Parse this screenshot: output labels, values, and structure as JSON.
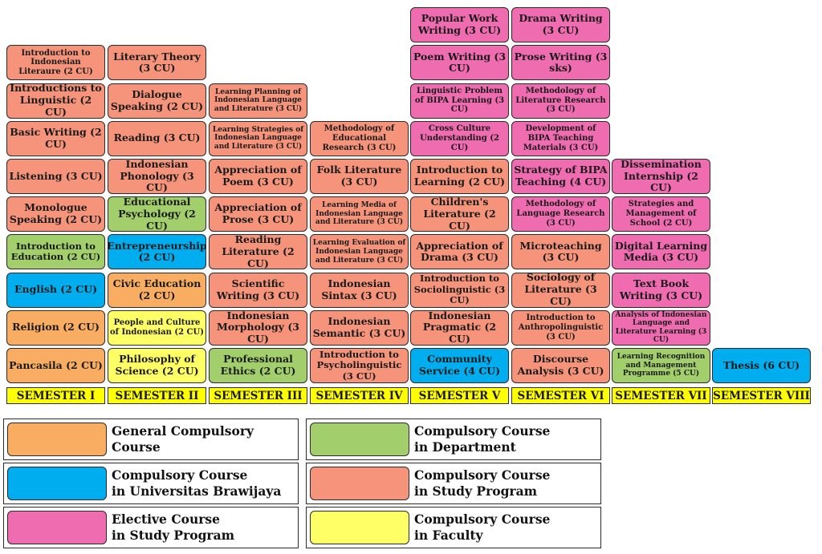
{
  "colors": {
    "general": "#f9ad62",
    "university": "#00aeef",
    "department": "#a2cf6c",
    "study_program": "#f5947a",
    "elective": "#f06cb0",
    "faculty": "#ffff66"
  },
  "semesters": [
    {
      "label": "SEMESTER I",
      "courses": [
        {
          "text": "Introduction to Indonesian Literaure (2 CU)",
          "type": "study_program",
          "size": "s"
        },
        {
          "text": "Introductions to Linguistic (2 CU)",
          "type": "study_program",
          "size": "l"
        },
        {
          "text": "Basic Writing (2 CU)",
          "type": "study_program",
          "size": "l"
        },
        {
          "text": "Listening (3 CU)",
          "type": "study_program",
          "size": "l"
        },
        {
          "text": "Monologue Speaking (2 CU)",
          "type": "study_program",
          "size": "l"
        },
        {
          "text": "Introduction to Education (2 CU)",
          "type": "department",
          "size": "m"
        },
        {
          "text": "English (2 CU)",
          "type": "university",
          "size": "l"
        },
        {
          "text": "Religion (2 CU)",
          "type": "general",
          "size": "l"
        },
        {
          "text": "Pancasila (2 CU)",
          "type": "general",
          "size": "l"
        }
      ]
    },
    {
      "label": "SEMESTER II",
      "courses": [
        {
          "text": "Literary Theory (3 CU)",
          "type": "study_program",
          "size": "l"
        },
        {
          "text": "Dialogue Speaking (2 CU)",
          "type": "study_program",
          "size": "l"
        },
        {
          "text": "Reading (3 CU)",
          "type": "study_program",
          "size": "l"
        },
        {
          "text": "Indonesian Phonology (3 CU)",
          "type": "study_program",
          "size": "l"
        },
        {
          "text": "Educational Psychology (2 CU)",
          "type": "department",
          "size": "l"
        },
        {
          "text": "Entrepreneurship (2 CU)",
          "type": "university",
          "size": "l"
        },
        {
          "text": "Civic Education (2 CU)",
          "type": "general",
          "size": "l"
        },
        {
          "text": "People and Culture of Indonesian (2 CU)",
          "type": "faculty",
          "size": "s"
        },
        {
          "text": "Philosophy of Science (2 CU)",
          "type": "faculty",
          "size": "l"
        }
      ]
    },
    {
      "label": "SEMESTER III",
      "courses": [
        {
          "text": "Learning Planning of Indonesian Language and Literature (3 CU)",
          "type": "study_program",
          "size": "xs"
        },
        {
          "text": "Learning Strategies of Indonesian Language and Literature (3 CU)",
          "type": "study_program",
          "size": "xs"
        },
        {
          "text": "Appreciation of Poem (3 CU)",
          "type": "study_program",
          "size": "l"
        },
        {
          "text": "Appreciation of Prose (3 CU)",
          "type": "study_program",
          "size": "l"
        },
        {
          "text": "Reading Literature (2 CU)",
          "type": "study_program",
          "size": "l"
        },
        {
          "text": "Scientific Writing (3 CU)",
          "type": "study_program",
          "size": "l"
        },
        {
          "text": "Indonesian Morphology (3 CU)",
          "type": "study_program",
          "size": "l"
        },
        {
          "text": "Professional Ethics (2 CU)",
          "type": "department",
          "size": "l"
        }
      ]
    },
    {
      "label": "SEMESTER IV",
      "courses": [
        {
          "text": "Methodology of Educational Research (3 CU)",
          "type": "study_program",
          "size": "s"
        },
        {
          "text": "Folk Literature (3 CU)",
          "type": "study_program",
          "size": "l"
        },
        {
          "text": "Learning Media of Indonesian Language and Literature (3 CU)",
          "type": "study_program",
          "size": "xs"
        },
        {
          "text": "Learning Evaluation of Indonesian Language and Literature (3 CU)",
          "type": "study_program",
          "size": "xs"
        },
        {
          "text": "Indonesian Sintax (3 CU)",
          "type": "study_program",
          "size": "l"
        },
        {
          "text": "Indonesian Semantic (3 CU)",
          "type": "study_program",
          "size": "l"
        },
        {
          "text": "Introduction to Psycholinguistic (3 CU)",
          "type": "study_program",
          "size": "m"
        }
      ]
    },
    {
      "label": "SEMESTER V",
      "courses": [
        {
          "text": "Popular Work Writing (3 CU)",
          "type": "elective",
          "size": "l"
        },
        {
          "text": "Poem Writing (3 CU)",
          "type": "elective",
          "size": "l"
        },
        {
          "text": "Linguistic Problem of BIPA Learning (3 CU)",
          "type": "elective",
          "size": "s"
        },
        {
          "text": "Cross Culture Understanding (2 CU)",
          "type": "elective",
          "size": "s"
        },
        {
          "text": "Introduction to Learning (2 CU)",
          "type": "study_program",
          "size": "l"
        },
        {
          "text": "Children's Literature (2 CU)",
          "type": "study_program",
          "size": "l"
        },
        {
          "text": "Appreciation of Drama (3 CU)",
          "type": "study_program",
          "size": "l"
        },
        {
          "text": "Introduction to Sociolinguistic (3 CU)",
          "type": "study_program",
          "size": "m"
        },
        {
          "text": "Indonesian Pragmatic (2 CU)",
          "type": "study_program",
          "size": "l"
        },
        {
          "text": "Community Service (4 CU)",
          "type": "university",
          "size": "l"
        }
      ]
    },
    {
      "label": "SEMESTER VI",
      "courses": [
        {
          "text": "Drama Writing (3 CU)",
          "type": "elective",
          "size": "l"
        },
        {
          "text": "Prose Writing (3 sks)",
          "type": "elective",
          "size": "l"
        },
        {
          "text": "Methodology of Literature Research (3 CU)",
          "type": "elective",
          "size": "s"
        },
        {
          "text": "Development of BIPA Teaching Materials (3 CU)",
          "type": "elective",
          "size": "s"
        },
        {
          "text": "Strategy of BIPA Teaching (4 CU)",
          "type": "elective",
          "size": "l"
        },
        {
          "text": "Methodology of Language Research (3 CU)",
          "type": "elective",
          "size": "s"
        },
        {
          "text": "Microteaching (3 CU)",
          "type": "study_program",
          "size": "l"
        },
        {
          "text": "Sociology of Literature (3 CU)",
          "type": "study_program",
          "size": "l"
        },
        {
          "text": "Introduction to Anthropolinguistic (3 CU)",
          "type": "study_program",
          "size": "s"
        },
        {
          "text": "Discourse Analysis (3 CU)",
          "type": "study_program",
          "size": "l"
        }
      ]
    },
    {
      "label": "SEMESTER VII",
      "courses": [
        {
          "text": "Dissemination Internship (2 CU)",
          "type": "elective",
          "size": "l"
        },
        {
          "text": "Strategies and Management of School (2 CU)",
          "type": "elective",
          "size": "s"
        },
        {
          "text": "Digital Learning Media (3 CU)",
          "type": "elective",
          "size": "l"
        },
        {
          "text": "Text Book Writing (3 CU)",
          "type": "elective",
          "size": "l"
        },
        {
          "text": "Analysis of Indonesian Language and Literature Learning (3 CU)",
          "type": "elective",
          "size": "xs"
        },
        {
          "text": "Learning Recognition and Management Programme (5 CU)",
          "type": "department",
          "size": "xs"
        }
      ]
    },
    {
      "label": "SEMESTER VIII",
      "courses": [
        {
          "text": "Thesis (6 CU)",
          "type": "university",
          "size": "l"
        }
      ]
    }
  ],
  "legend": [
    {
      "text": "General Compulsory Course",
      "type": "general"
    },
    {
      "text": "Compulsory Course\nin Department",
      "type": "department"
    },
    {
      "text": "Compulsory Course\nin Universitas Brawijaya",
      "type": "university"
    },
    {
      "text": "Compulsory Course\nin Study Program",
      "type": "study_program"
    },
    {
      "text": "Elective Course\n in Study Program",
      "type": "elective"
    },
    {
      "text": "Compulsory Course\nin Faculty",
      "type": "faculty"
    }
  ]
}
